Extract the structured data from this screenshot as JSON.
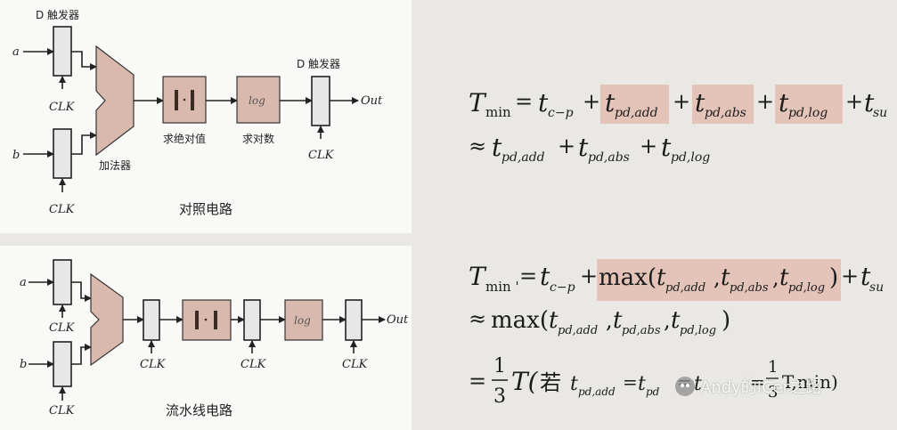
{
  "colors": {
    "block_fill": "#d9b9ae",
    "register_fill": "#e7e7e7",
    "highlight": "#e4c3b8",
    "wire": "#222222"
  },
  "top_circuit": {
    "dff_label_left": "D 触发器",
    "dff_label_right": "D 触发器",
    "input_a": "a",
    "input_b": "b",
    "clk": "CLK",
    "adder_label": "加法器",
    "abs_symbol": "|·|",
    "abs_label": "求绝对值",
    "log_symbol": "log",
    "log_label": "求对数",
    "output": "Out",
    "caption": "对照电路"
  },
  "bottom_circuit": {
    "input_a": "a",
    "input_b": "b",
    "clk": "CLK",
    "abs_symbol": "|·|",
    "log_symbol": "log",
    "output": "Out",
    "caption": "流水线电路"
  },
  "formula_top": {
    "T": "T",
    "min": "min",
    "t": "t",
    "sub_cp": "c−p",
    "sub_pd_add": "pd,add",
    "sub_pd_abs": "pd,abs",
    "sub_pd_log": "pd,log",
    "sub_su": "su",
    "eq": "=",
    "approx": "≈",
    "plus": "+"
  },
  "formula_bottom": {
    "T": "T",
    "min_prime": "min '",
    "t": "t",
    "sub_cp": "c−p",
    "sub_pd_add": "pd,add",
    "sub_pd_abs": "pd,abs",
    "sub_pd_log": "pd,log",
    "sub_su": "su",
    "sub_pd": "pd",
    "eq": "=",
    "approx": "≈",
    "plus": "+",
    "max_open": "max(",
    "comma": ",",
    "close": ")",
    "frac_num": "1",
    "frac_den": "3",
    "T_paren": "T(",
    "ruo": "若",
    "tail_max": "T,min)"
  },
  "watermark": "Andy的ICer之路"
}
